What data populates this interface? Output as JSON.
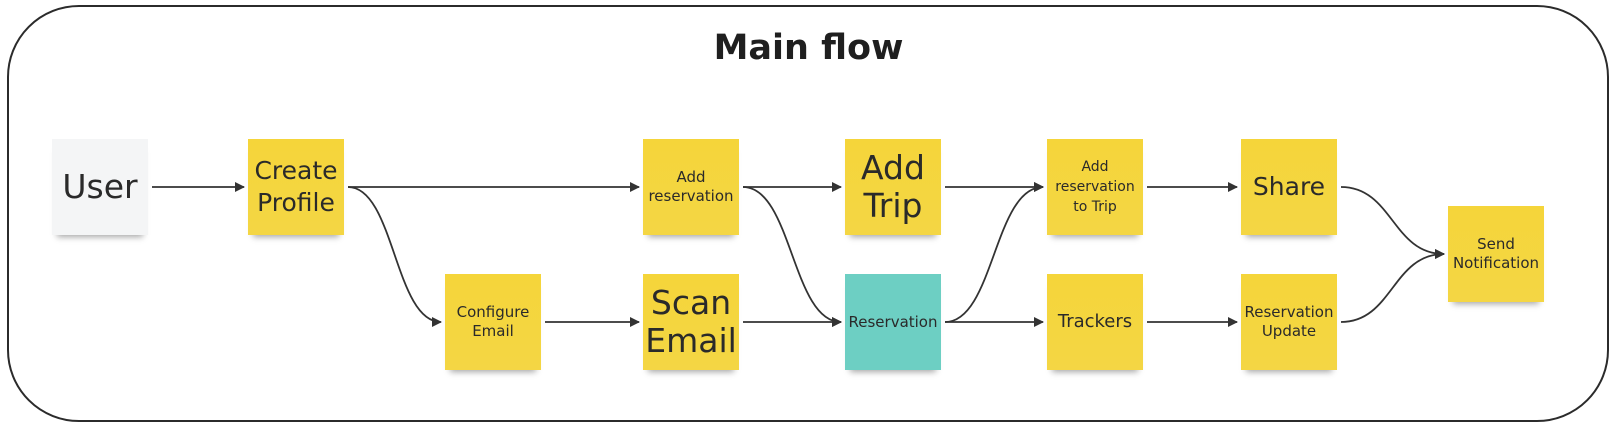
{
  "title": "Main flow",
  "colors": {
    "sticky_yellow": "#f5d53a",
    "sticky_white": "#f4f5f6",
    "sticky_teal": "#6dcfc3",
    "frame": "#2b2b2b",
    "arrow": "#333333"
  },
  "nodes": {
    "user": "User",
    "create_profile": "Create Profile",
    "add_reservation": "Add reservation",
    "add_trip": "Add Trip",
    "add_reservation_to_trip": "Add reservation to Trip",
    "share": "Share",
    "send_notification": "Send Notification",
    "configure_email": "Configure Email",
    "scan_email": "Scan Email",
    "reservation": "Reservation",
    "trackers": "Trackers",
    "reservation_update": "Reservation Update"
  },
  "edges": [
    [
      "user",
      "create_profile"
    ],
    [
      "create_profile",
      "add_reservation"
    ],
    [
      "create_profile",
      "configure_email"
    ],
    [
      "configure_email",
      "scan_email"
    ],
    [
      "add_reservation",
      "add_trip"
    ],
    [
      "add_reservation",
      "reservation"
    ],
    [
      "scan_email",
      "reservation"
    ],
    [
      "add_trip",
      "add_reservation_to_trip"
    ],
    [
      "reservation",
      "add_reservation_to_trip"
    ],
    [
      "reservation",
      "trackers"
    ],
    [
      "add_reservation_to_trip",
      "share"
    ],
    [
      "trackers",
      "reservation_update"
    ],
    [
      "share",
      "send_notification"
    ],
    [
      "reservation_update",
      "send_notification"
    ]
  ]
}
